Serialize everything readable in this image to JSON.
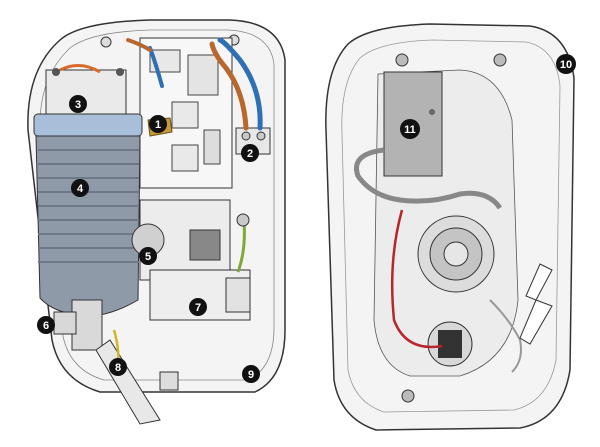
{
  "callouts": [
    {
      "id": "1",
      "label": "1"
    },
    {
      "id": "2",
      "label": "2"
    },
    {
      "id": "3",
      "label": "3"
    },
    {
      "id": "4",
      "label": "4"
    },
    {
      "id": "5",
      "label": "5"
    },
    {
      "id": "6",
      "label": "6"
    },
    {
      "id": "7",
      "label": "7"
    },
    {
      "id": "8",
      "label": "8"
    },
    {
      "id": "9",
      "label": "9"
    },
    {
      "id": "10",
      "label": "10"
    },
    {
      "id": "11",
      "label": "11"
    }
  ],
  "colors": {
    "outline": "#333333",
    "case_fill": "#f4f4f4",
    "heater_tank": "#8f9aa9",
    "heater_tank_dark": "#6c7787",
    "heater_top": "#a9bfd9",
    "wire_blue": "#2f6fb3",
    "wire_brown": "#b8672f",
    "wire_red": "#b8252d",
    "wire_green_yellow": "#7fa83a",
    "badge_fill": "#111111",
    "badge_text": "#ffffff"
  }
}
